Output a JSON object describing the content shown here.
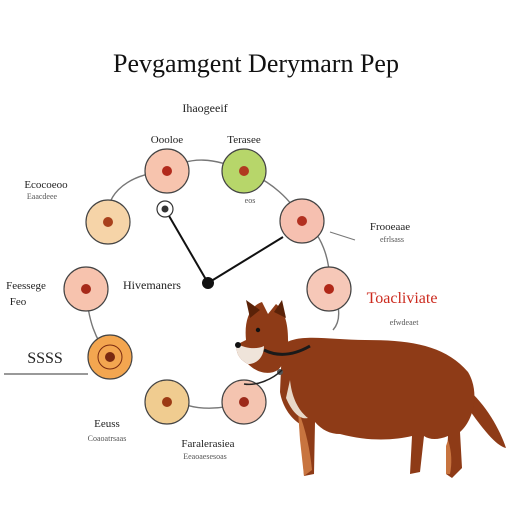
{
  "title": "Pevgamgent Derymarn Pep",
  "center_label": "Hivemaners",
  "nodes": [
    {
      "label": "Oooloe",
      "sublabel": "",
      "color": "#f7c4ae",
      "core": "#b22a1c"
    },
    {
      "label": "Terasee",
      "sublabel": "eos",
      "color": "#b7d66a",
      "core": "#b03a20"
    },
    {
      "label": "",
      "sublabel": "",
      "color": "#f6c0b0",
      "core": "#b23020"
    },
    {
      "label": "Frooeaae",
      "sublabel": "efrlsass",
      "color": "#f7c2b2",
      "core": "#b02a1a"
    },
    {
      "label": "Toacliviate",
      "sublabel": "efwdeaet",
      "color": "#f6c8b8",
      "core": "#b02818"
    },
    {
      "label": "",
      "sublabel": "",
      "color": "#f4c4b0",
      "core": "#9c2a1a"
    },
    {
      "label": "Faralerasiea",
      "sublabel": "Eeaoaesesoas",
      "color": "#f0cc90",
      "core": "#9c3a14"
    },
    {
      "label": "Eeuss",
      "sublabel": "Coaoatrsaas",
      "color": "#f8c99c",
      "core": "#a43a1c"
    },
    {
      "label": "SSSS",
      "sublabel": "",
      "color": "#f3a650",
      "core": "#7a2a10"
    },
    {
      "label": "Feessege",
      "sublabel": "Feo",
      "color": "#f7c3ae",
      "core": "#a62a1a"
    },
    {
      "label": "Ecocoeoo",
      "sublabel": "Eaacdeee",
      "color": "#f6d4a8",
      "core": "#a8401c"
    }
  ],
  "top_tag": "Ihaogeeif",
  "colors": {
    "accent_red": "#cc2a1e",
    "dog_body": "#8e3b17",
    "dog_light": "#c8743f"
  }
}
